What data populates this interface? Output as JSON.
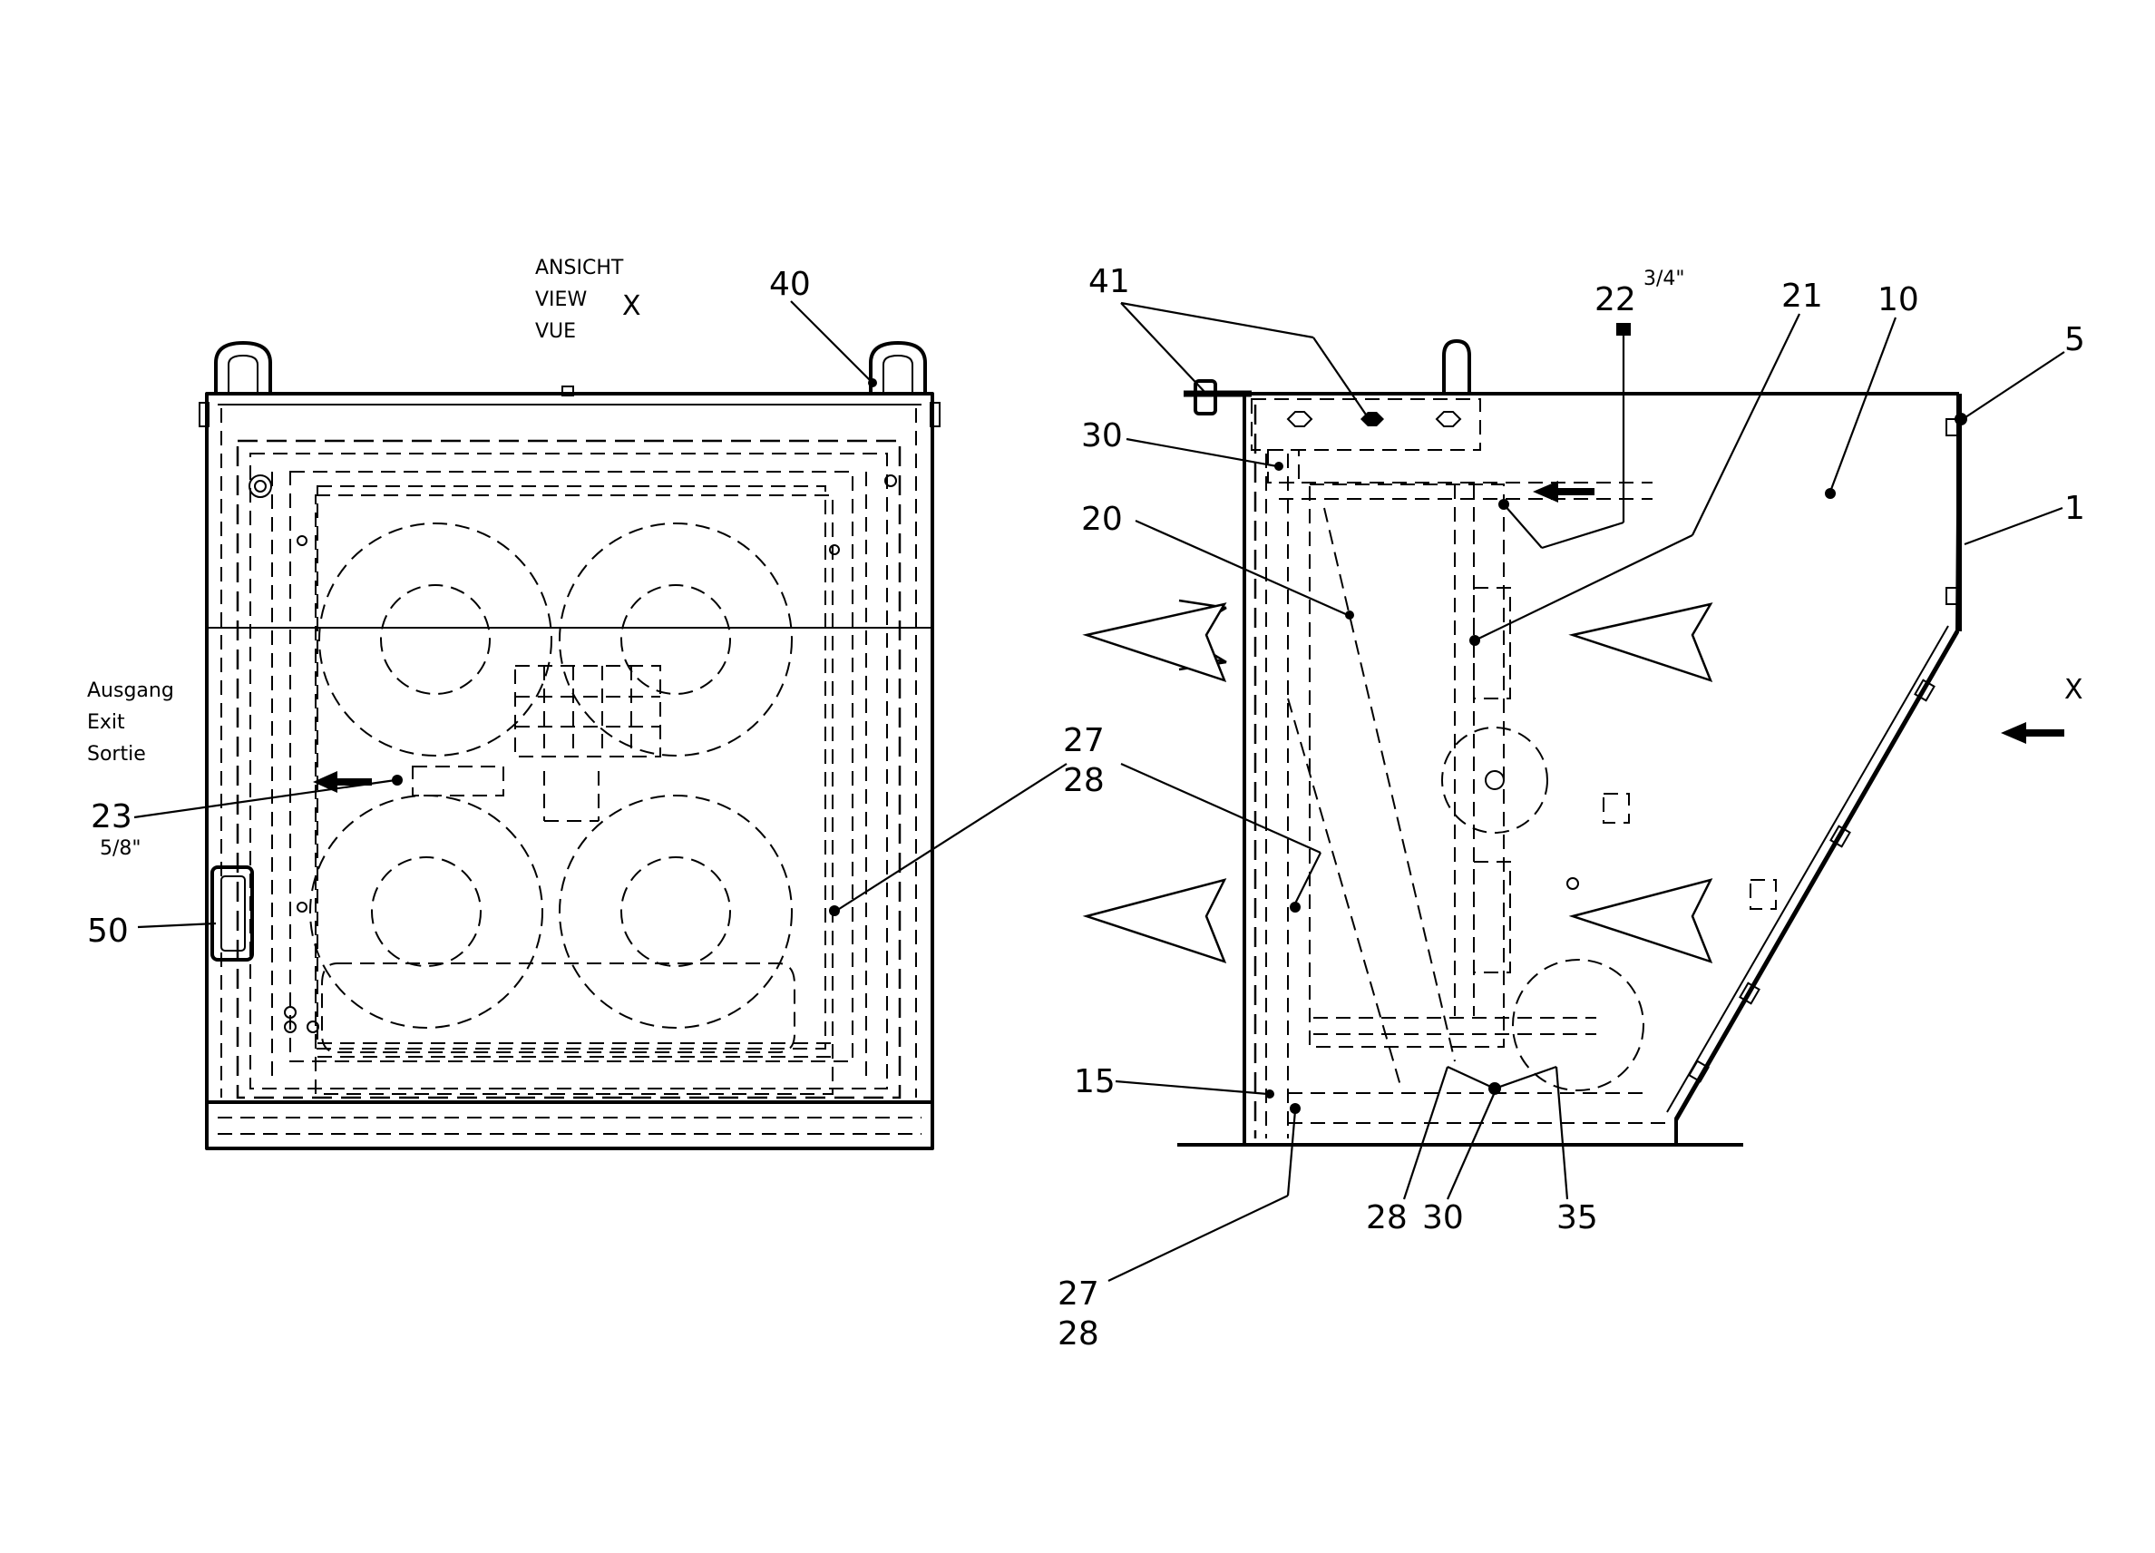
{
  "view_label": {
    "lines": [
      "ANSICHT",
      "VIEW",
      "VUE"
    ],
    "letter": "X"
  },
  "exit_label": {
    "lines": [
      "Ausgang",
      "Exit",
      "Sortie"
    ]
  },
  "side_view_marker": "X",
  "labels": {
    "n40": "40",
    "n41": "41",
    "n22": "22",
    "n22_size": "3/4\"",
    "n21": "21",
    "n10": "10",
    "n5": "5",
    "n1": "1",
    "n30_top": "30",
    "n20": "20",
    "n27_right": "27",
    "n28_right": "28",
    "n23": "23",
    "n23_size": "5/8\"",
    "n50": "50",
    "n15": "15",
    "n28_bottom": "28",
    "n30_bottom": "30",
    "n35": "35",
    "n27_low": "27",
    "n28_low": "28"
  },
  "colors": {
    "ink": "#000000",
    "paper": "#ffffff"
  }
}
